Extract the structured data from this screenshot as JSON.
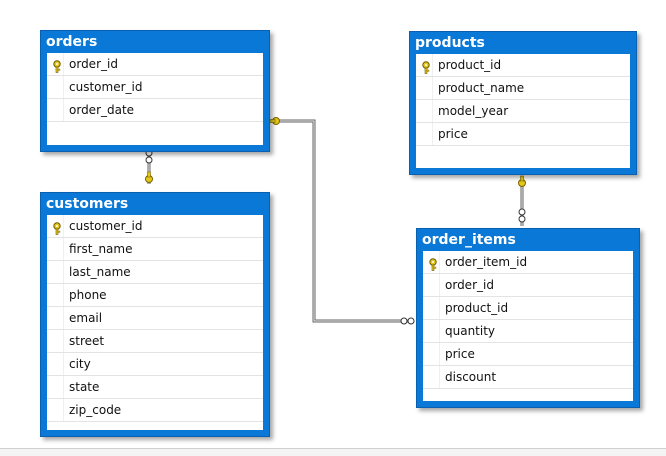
{
  "tables": {
    "orders": {
      "title": "orders",
      "columns": [
        "order_id",
        "customer_id",
        "order_date"
      ],
      "pk": 0
    },
    "products": {
      "title": "products",
      "columns": [
        "product_id",
        "product_name",
        "model_year",
        "price"
      ],
      "pk": 0
    },
    "customers": {
      "title": "customers",
      "columns": [
        "customer_id",
        "first_name",
        "last_name",
        "phone",
        "email",
        "street",
        "city",
        "state",
        "zip_code"
      ],
      "pk": 0
    },
    "order_items": {
      "title": "order_items",
      "columns": [
        "order_item_id",
        "order_id",
        "product_id",
        "quantity",
        "price",
        "discount"
      ],
      "pk": 0
    }
  },
  "relationships": [
    {
      "name": "orders-customers",
      "from": "orders",
      "to": "customers"
    },
    {
      "name": "orders-order_items",
      "from": "orders",
      "to": "order_items"
    },
    {
      "name": "products-order_items",
      "from": "products",
      "to": "order_items"
    }
  ],
  "colors": {
    "header": "#0a78d7",
    "key": "#e6c619",
    "line": "#555555"
  }
}
